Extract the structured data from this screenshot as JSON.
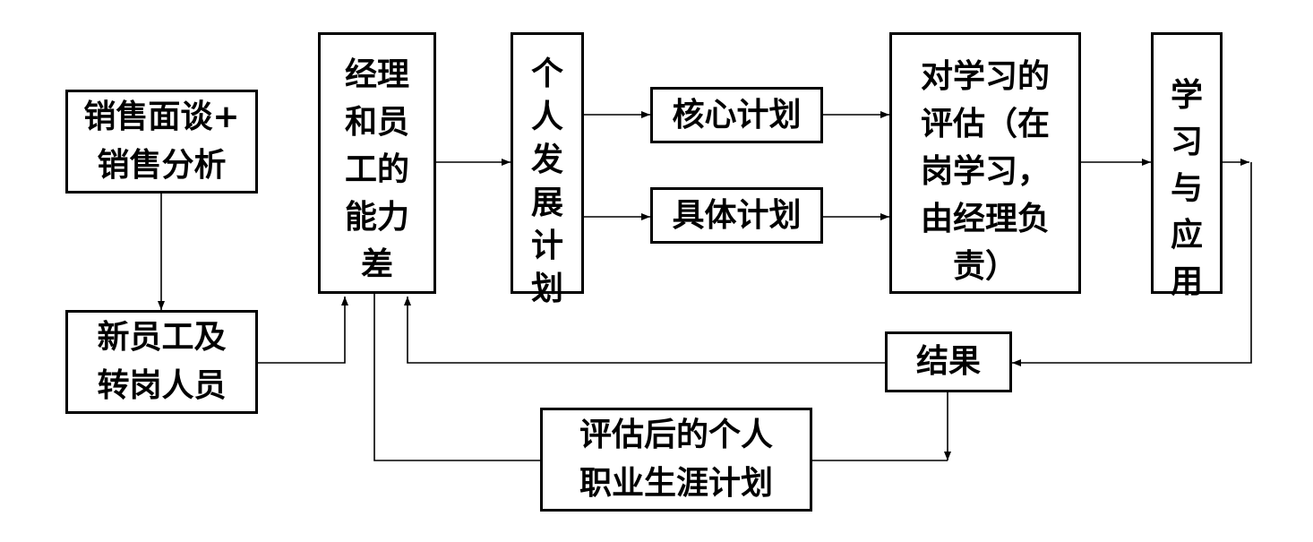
{
  "nodes": {
    "sales": "销售面谈+\n销售分析",
    "new_staff": "新员工及\n转岗人员",
    "gap": "经理\n和员\n工的\n能力\n差",
    "idp": "个人发展计划",
    "core_plan": "核心计划",
    "specific_plan": "具体计划",
    "evaluation": "对学习的\n评估（在\n岗学习，\n由经理负\n责）",
    "apply": "学习与应用",
    "result": "结果",
    "career_plan": "评估后的个人\n职业生涯计划"
  },
  "colors": {
    "line": "#000000",
    "background": "#ffffff"
  }
}
